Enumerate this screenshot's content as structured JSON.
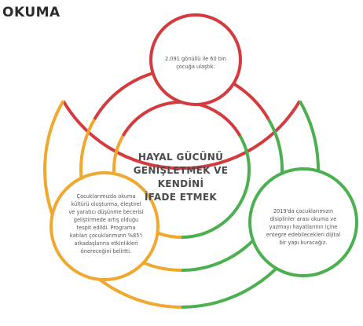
{
  "title": "OKUMA",
  "center": {
    "lines": [
      "HAYAL GÜCÜNÜ",
      "GENİŞLETMEK VE KENDİNİ",
      "İFADE ETMEK"
    ]
  },
  "nodes": [
    {
      "id": "red",
      "color": "#d43b3f",
      "lines": [
        "2.091 gönüllü ile 60 bin",
        "çocuğa ulaştık."
      ]
    },
    {
      "id": "orange",
      "color": "#f0a830",
      "lines": [
        "Çocuklarımızda okuma",
        "kültürü oluşturma, eleştirel",
        "ve yaratıcı düşünme becerisi",
        "geliştirmede artış olduğu",
        "tespit edildi. Programa",
        "katılan çocuklarımızın %85'i",
        "arkadaşlarına etkinlikleri",
        "önereceğini belirtti."
      ]
    },
    {
      "id": "green",
      "color": "#4cb050",
      "lines": [
        "2019'da çocuklarımızın",
        "disiplinler arası okuma ve",
        "yazmayı hayatlarının içine",
        "entegre edebilecekleri dijital",
        "bir yapı kuracağız."
      ]
    }
  ]
}
